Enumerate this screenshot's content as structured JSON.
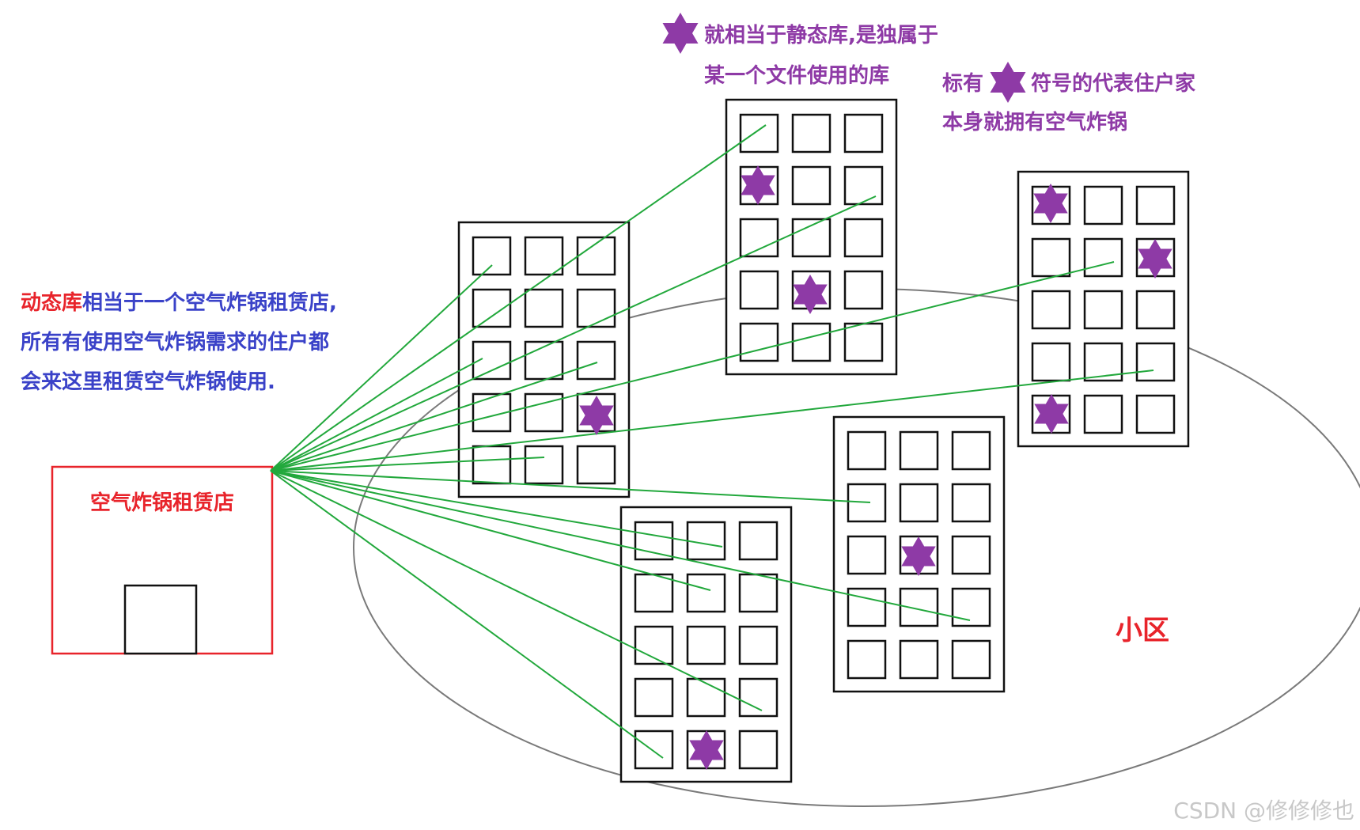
{
  "legend": {
    "static_line1": "就相当于静态库,是独属于",
    "static_line2": "某一个文件使用的库",
    "owner_prefix": "标有",
    "owner_suffix": "符号的代表住户家",
    "owner_line2": "本身就拥有空气炸锅"
  },
  "explanation": {
    "term": "动态库",
    "line1_rest": "相当于一个空气炸锅租赁店,",
    "line2": "所有有使用空气炸锅需求的住户都",
    "line3": "会来这里租赁空气炸锅使用."
  },
  "shop": {
    "label": "空气炸锅租赁店"
  },
  "community": {
    "label": "小区"
  },
  "watermark": "CSDN @修修修也",
  "colors": {
    "red": "#e8242b",
    "blue": "#3a42c8",
    "purple": "#8e3aa6",
    "green": "#22a83c",
    "ellipse": "#7a7a7a"
  },
  "icons": {
    "owner_marker": "six-pointed-star-icon"
  }
}
